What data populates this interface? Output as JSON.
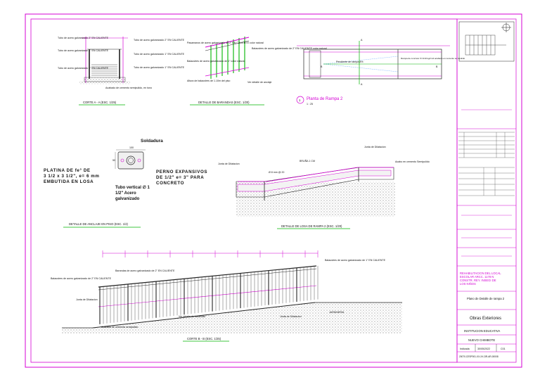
{
  "details": {
    "corte_aa": {
      "title": "CORTE A - A (ESC. 1/25)",
      "labels": [
        "Tubo de acero galvanizado 2\" EN CALIENTE",
        "Tubo de acero galvanizado 1\" EN CALIENTE",
        "Tubo de acero galvanizado 1\" EN CALIENTE",
        "Tubo de acero galvanizado 2\" EN CALIENTE",
        "Tubo de acero galvanizado 1\" EN CALIENTE",
        "Tubo de acero galvanizado 1\" EN CALIENTE",
        "Acabado de cemento semipulido, en tono"
      ]
    },
    "barandas": {
      "title": "DETALLE DE BARANDAS (ESC. 1/20)",
      "labels": [
        "Pasamanos de acero galvanizado de 2\" EN CALIENTE color natural",
        "Balaustres de acero galvanizado de 1\" color natural",
        "Altura de balaustres de 1.10m del piso",
        "Balaustres de acero galvanizado de 2\" EN CALIENTE color natural",
        "Ver detalle de anclaje"
      ]
    },
    "planta_rampa": {
      "number": "1",
      "title": "Planta de Rampa 2",
      "scale": "1 : 25",
      "section_marks": [
        "A",
        "A",
        "B",
        "B"
      ],
      "labels": [
        "Pendiente de rampa 8%",
        "Rampa de concreto f'c=210 kg/cm2 acabado en cemento semipulido"
      ]
    },
    "anclaje": {
      "title": "DETALLE DE ANCLAJE EN PISO (ESC. 1/2)",
      "soldadura": "Soldadura",
      "dims": [
        "100",
        "50"
      ],
      "platina": "PLATINA DE fe° DE 3 1/2 x 3 1/2\", e= 6 mm EMBUTIDA EN LOSA",
      "tubo": "Tubo vertical ∅ 1 1/2\" Acero galvanizado",
      "perno": "PERNO EXPANSIVOS DE 1/2\" e= 3\" PARA CONCRETO"
    },
    "losa": {
      "title": "DETALLE DE LOSA DE RAMPA 2 (ESC. 1/20)",
      "labels": [
        "Junta de Dilatacion",
        "BRUÑA 1 CM",
        "Junta de Dilatacion",
        "Acabo en cemento Semipulido",
        "Ø 8 mm @ 20"
      ]
    },
    "corte_bb": {
      "title": "CORTE B - B (ESC. 1/25)",
      "labels": [
        "Balaustres de acero galvanizado de 2\" EN CALIENTE",
        "Barandas de acero galvanizado de 2\" EN CALIENTE",
        "Balaustres de acero galvanizado de 1\" EN CALIENTE",
        "Junta de Dilatacion",
        "Acabado de cemento semipulido",
        "Ver detalle de barandas",
        "Junta de Dilatacion",
        "JARDINERIA"
      ]
    }
  },
  "title_block": {
    "project": "REHABILITACION DEL LOCAL ESCOLAR ARCC. 1178 N CONSTR. REY. INSEGI DE LOS NIÑOS",
    "sheet_name": "Plano de Detalle de rampa 2",
    "discipline": "Obras Exteriores",
    "client": "INSTITUCION EDUCATIVA",
    "location": "NUEVO CHIMBOTE",
    "scale": "Indicada",
    "date": "30/05/2022",
    "sheet_no": "C01",
    "code": "20070-CESP001-XX-XX-DR-AR-00008"
  },
  "colors": {
    "frame": "#d400d4",
    "accent": "#d400d4",
    "label_line": "#00b400",
    "ink": "#111111"
  }
}
